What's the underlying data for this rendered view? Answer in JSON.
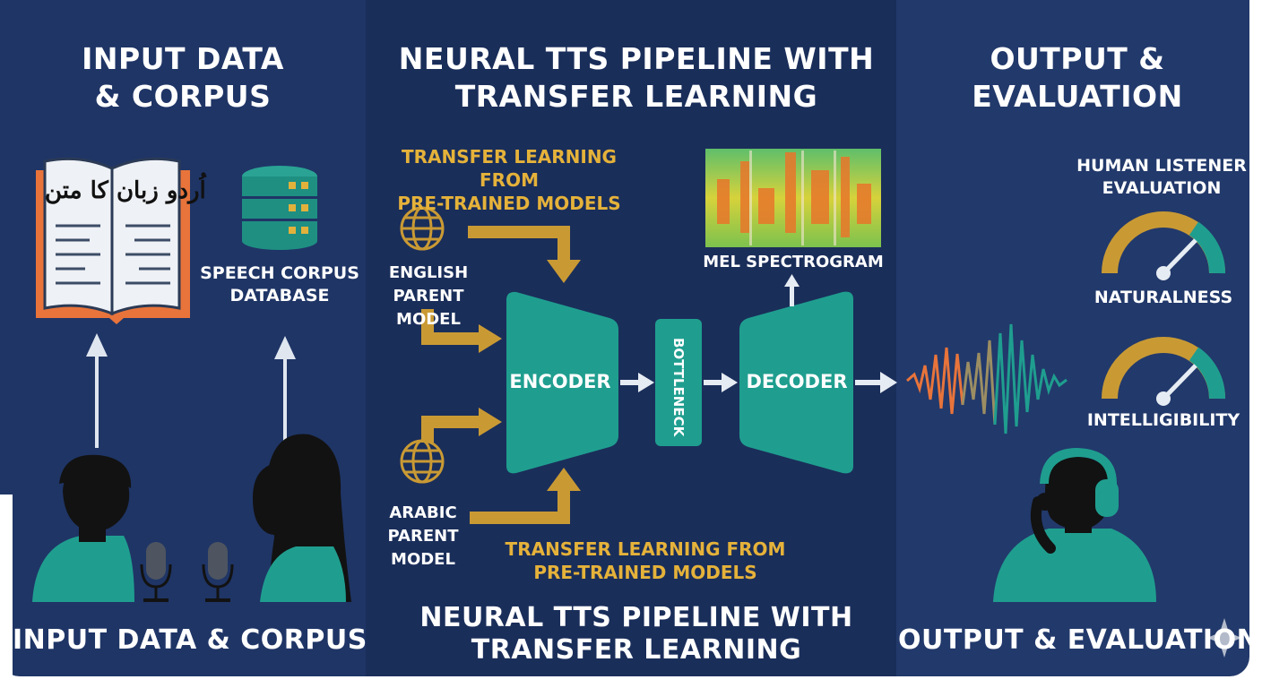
{
  "left": {
    "title": "INPUT DATA\n& CORPUS",
    "book_text": "اُردو زبان کا متن",
    "db_label": "SPEECH CORPUS\nDATABASE",
    "bottom_label": "INPUT DATA & CORPUS"
  },
  "middle": {
    "title": "NEURAL TTS PIPELINE WITH\nTRANSFER LEARNING",
    "transfer_top": "TRANSFER LEARNING FROM\nPRE-TRAINED MODELS",
    "transfer_bottom": "TRANSFER LEARNING FROM\nPRE-TRAINED MODELS",
    "english_model": "ENGLISH\nPARENT MODEL",
    "arabic_model": "ARABIC\nPARENT\nMODEL",
    "encoder": "ENCODER",
    "bottleneck": "BOTTLENECK",
    "decoder": "DECODER",
    "spectrogram_label": "MEL SPECTROGRAM",
    "bottom_label": "NEURAL TTS PIPELINE WITH\nTRANSFER LEARNING"
  },
  "right": {
    "title": "OUTPUT &\nEVALUATION",
    "eval_heading": "HUMAN LISTENER\nEVALUATION",
    "gauge1": "NATURALNESS",
    "gauge2": "INTELLIGIBILITY",
    "bottom_label": "OUTPUT & EVALUATION"
  },
  "colors": {
    "navy": "#1f3566",
    "teal": "#1f9e8f",
    "gold": "#c99a34",
    "orange": "#e8743b"
  },
  "icons": [
    "book-icon",
    "database-icon",
    "speaker-male-icon",
    "speaker-female-icon",
    "microphone-icon",
    "globe-icon",
    "spectrogram-icon",
    "waveform-icon",
    "gauge-icon",
    "listener-headphones-icon"
  ]
}
